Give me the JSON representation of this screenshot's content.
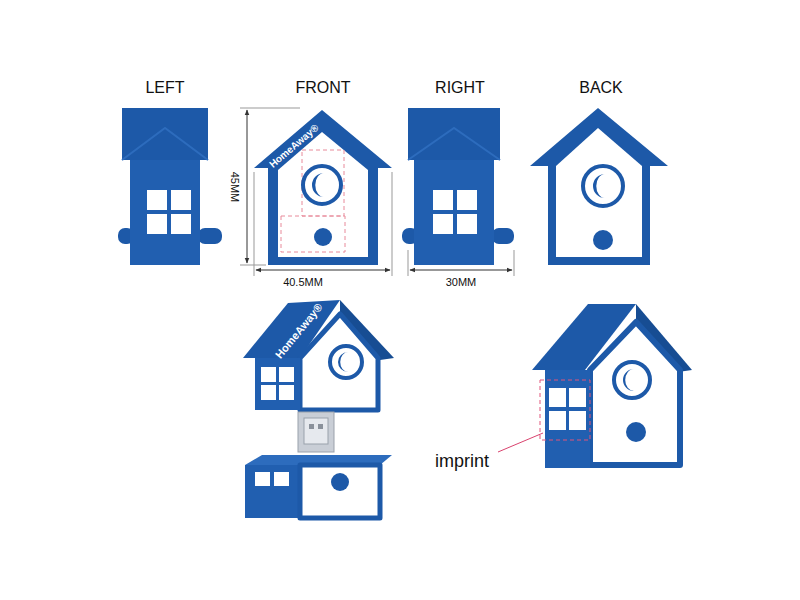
{
  "diagram": {
    "labels": [
      "LEFT",
      "FRONT",
      "RIGHT",
      "BACK",
      "45MM",
      "40.5MM",
      "30MM",
      "HomeAway®",
      "HomeAway®",
      "imprint"
    ]
  }
}
